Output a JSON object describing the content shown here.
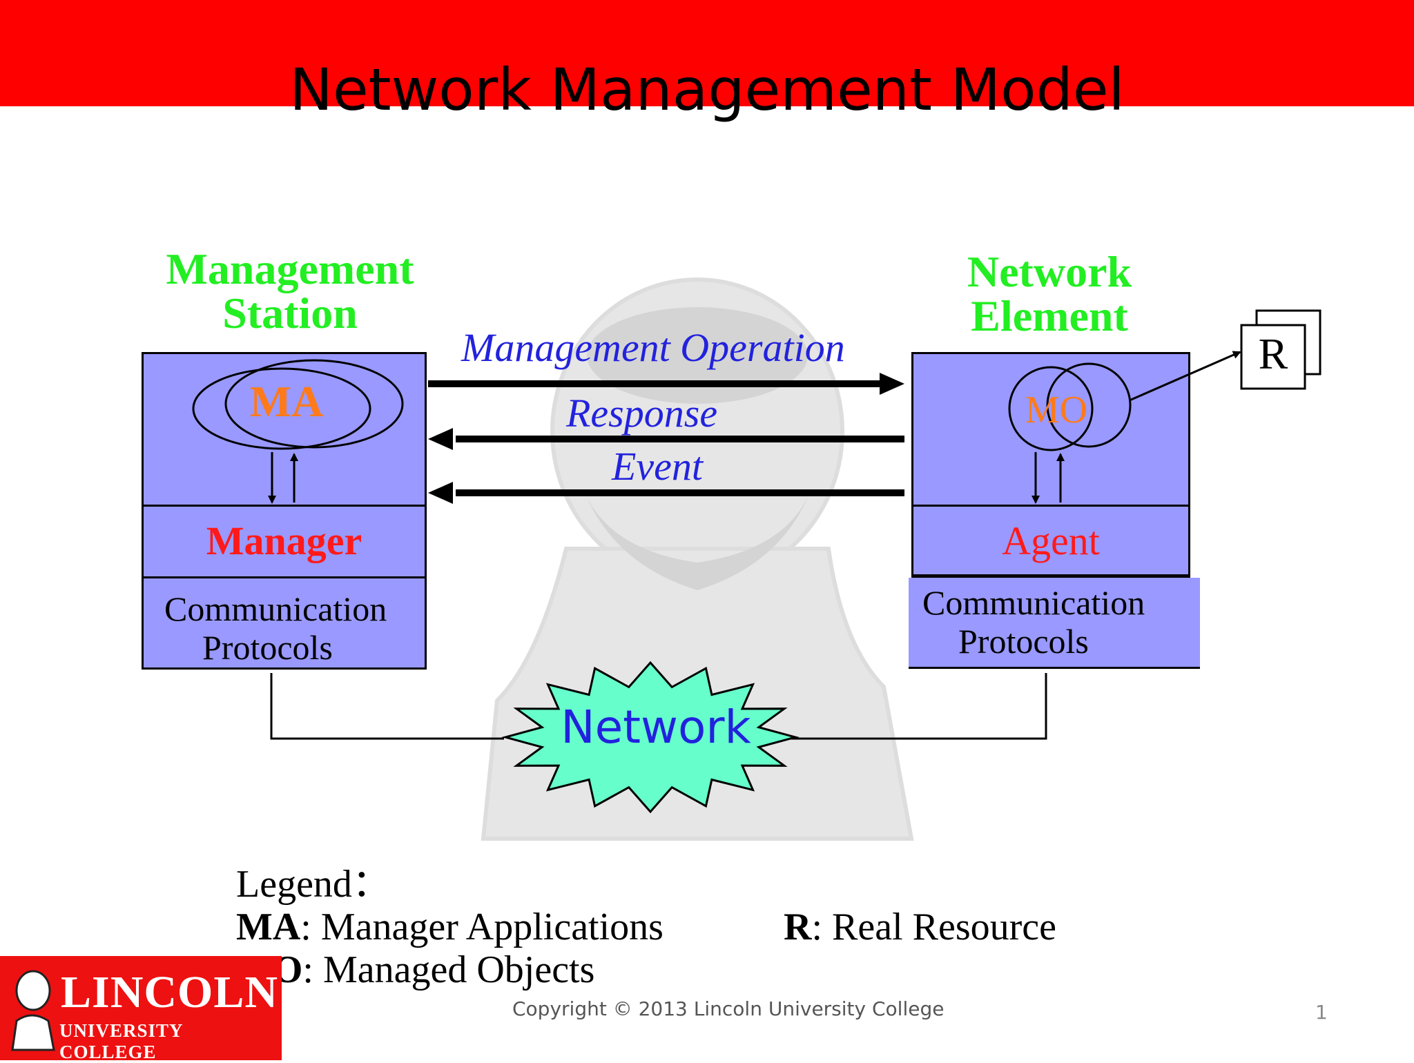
{
  "slide": {
    "title": "Network Management Model",
    "page_number": "1",
    "copyright": "Copyright © 2013 Lincoln University College"
  },
  "management_station": {
    "heading_line1": "Management",
    "heading_line2": "Station",
    "ma_label": "MA",
    "manager_label": "Manager",
    "comm_line1": "Communication",
    "comm_line2": "Protocols"
  },
  "network_element": {
    "heading_line1": "Network",
    "heading_line2": "Element",
    "mo_label": "MO",
    "agent_label": "Agent",
    "comm_line1": "Communication",
    "comm_line2": "Protocols",
    "resource_label": "R"
  },
  "arrows": {
    "operation": "Management Operation",
    "response": "Response",
    "event": "Event"
  },
  "network_label": "Network",
  "legend": {
    "title": "Legend：",
    "ma_abbr": "MA",
    "ma_desc": ": Manager Applications",
    "mo_abbr": "MO",
    "mo_desc": ": Managed Objects",
    "r_abbr": "R",
    "r_desc": ": Real Resource"
  },
  "logo": {
    "name": "LINCOLN",
    "subtitle": "UNIVERSITY COLLEGE"
  },
  "colors": {
    "title_bar": "#ff0000",
    "box_fill": "#9999ff",
    "heading_green": "#22ee22",
    "label_red": "#ff1a1a",
    "label_orange": "#ff7a1a",
    "arrow_text_blue": "#2222dd",
    "network_fill": "#66ffcc"
  }
}
